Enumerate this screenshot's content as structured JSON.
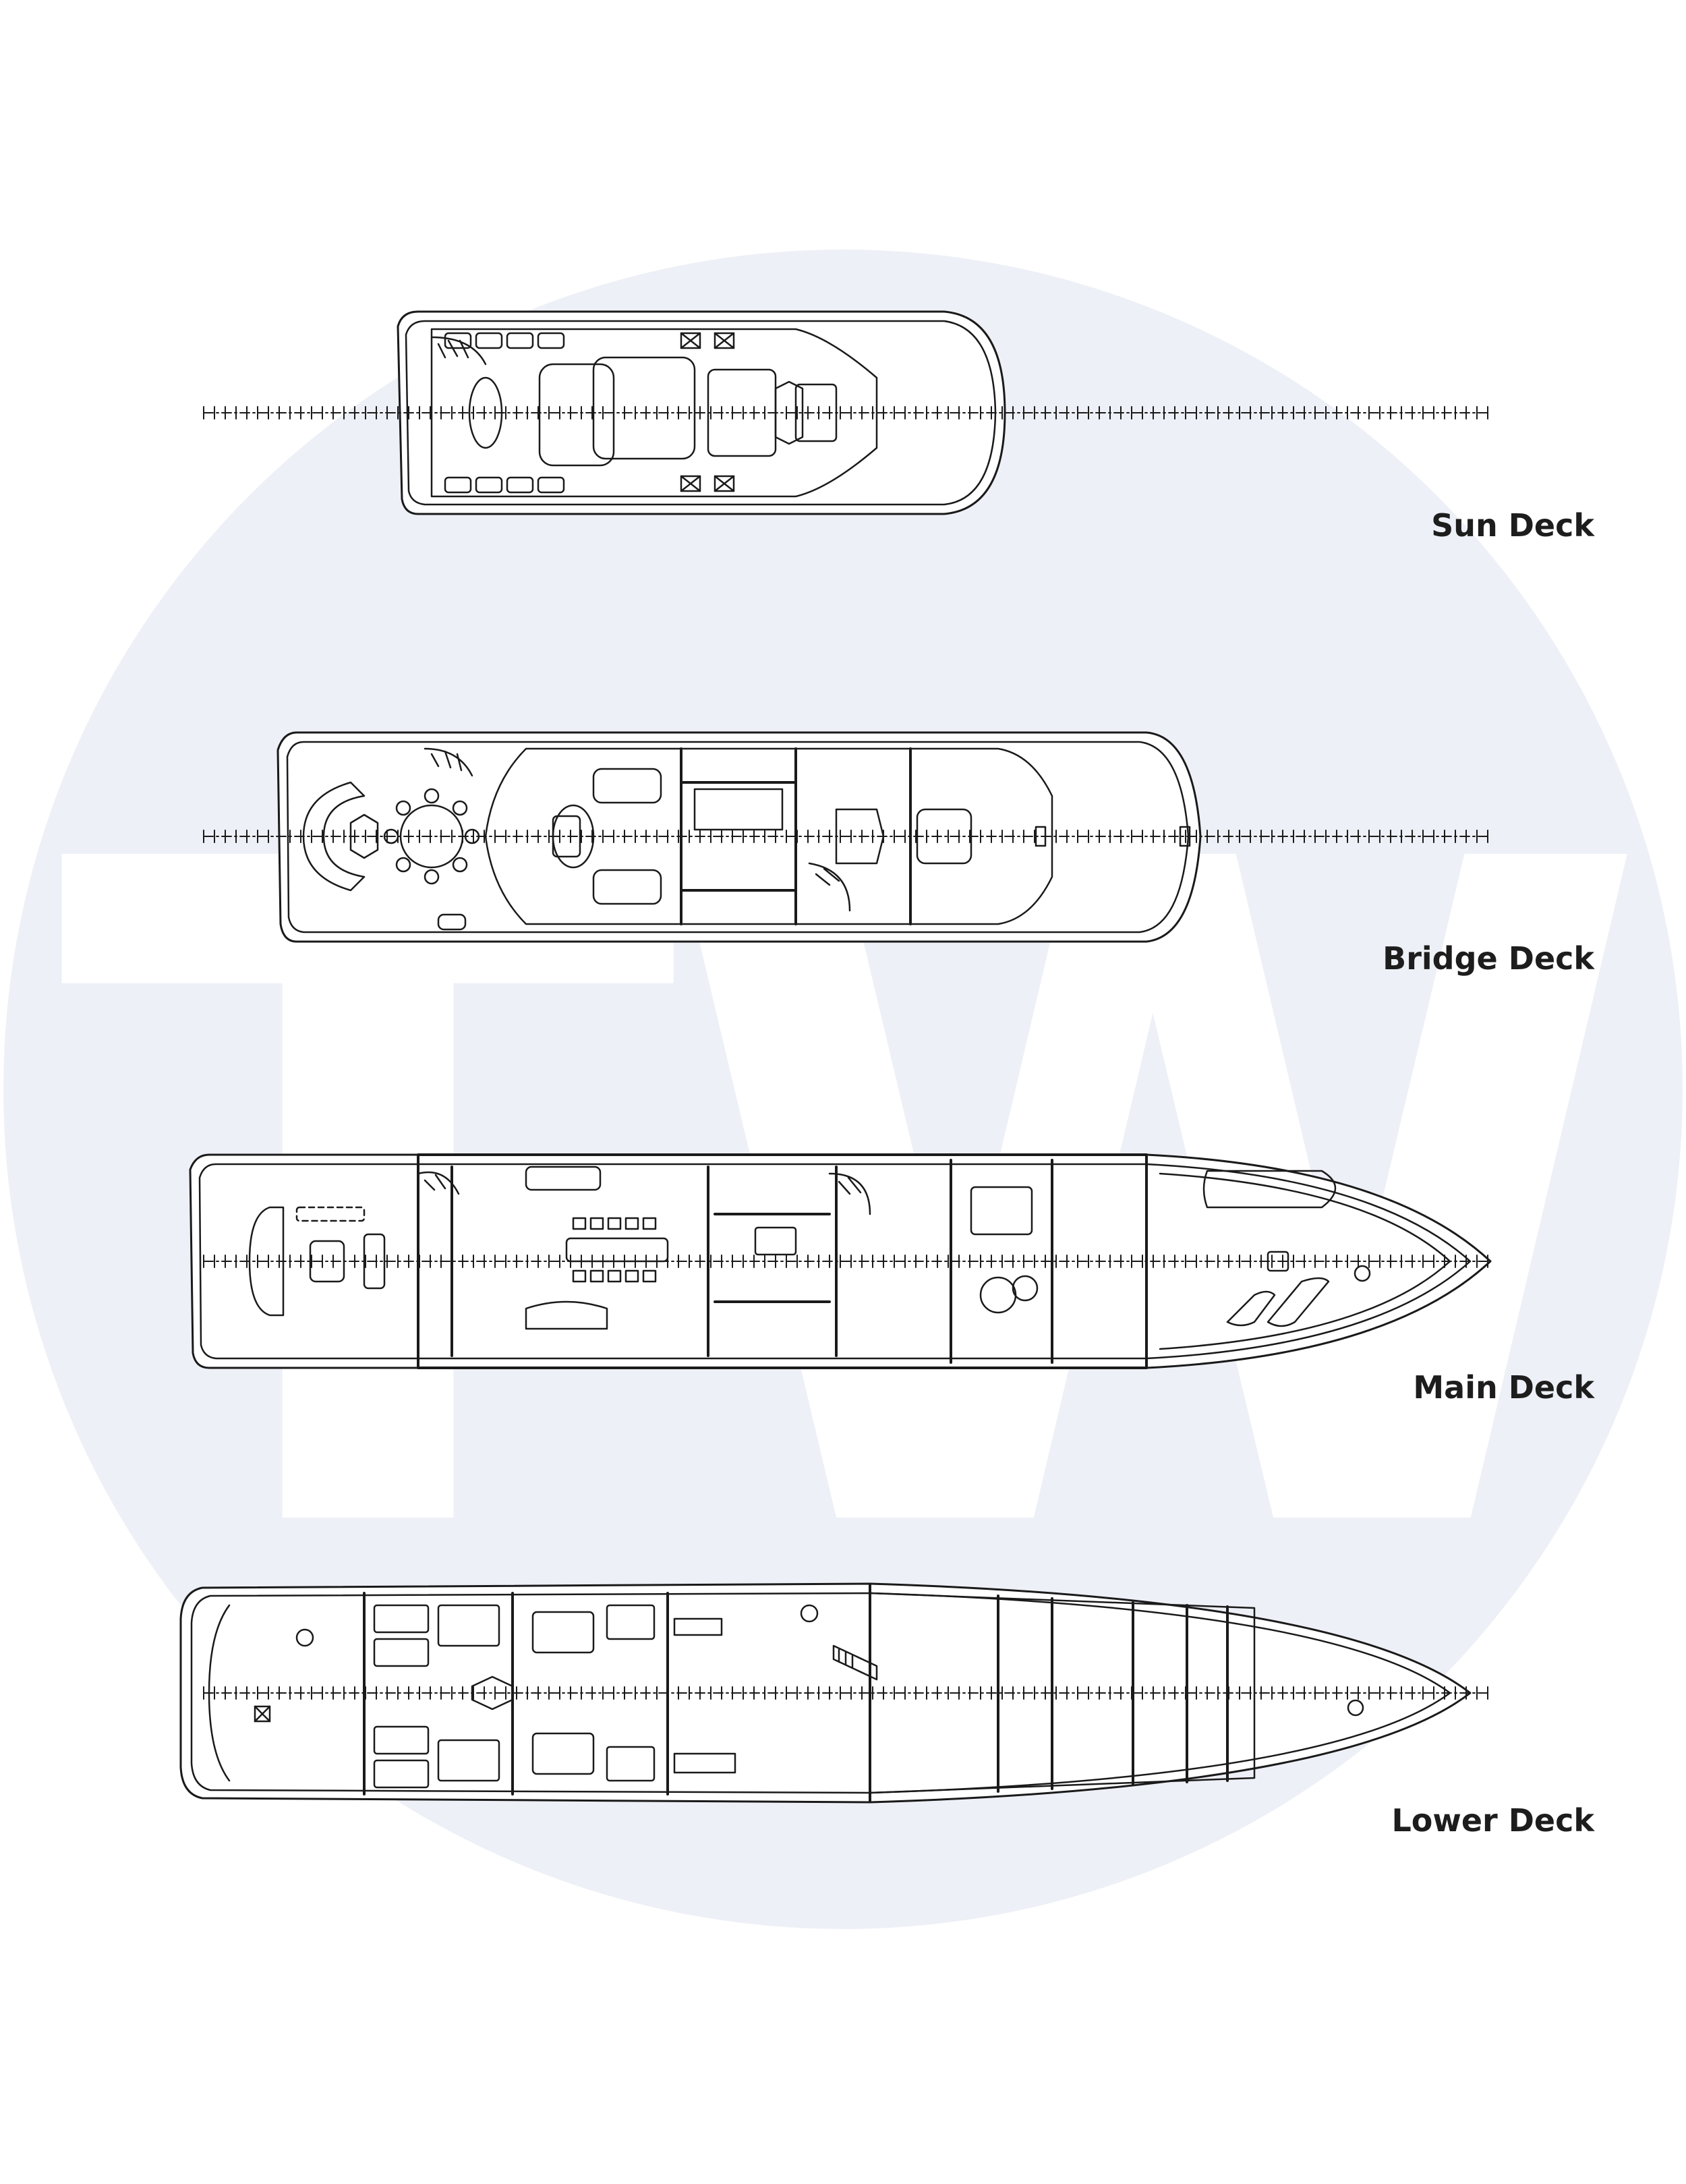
{
  "decks": [
    {
      "id": "sun",
      "label": "Sun Deck"
    },
    {
      "id": "bridge",
      "label": "Bridge Deck"
    },
    {
      "id": "main",
      "label": "Main Deck"
    },
    {
      "id": "lower",
      "label": "Lower Deck"
    }
  ],
  "watermark": {
    "text": "TW",
    "circle_color": "#edf0f6",
    "letter_color": "#ffffff"
  },
  "colors": {
    "line": "#1a1a1a",
    "label": "#1d1d1d",
    "background": "#ffffff"
  }
}
